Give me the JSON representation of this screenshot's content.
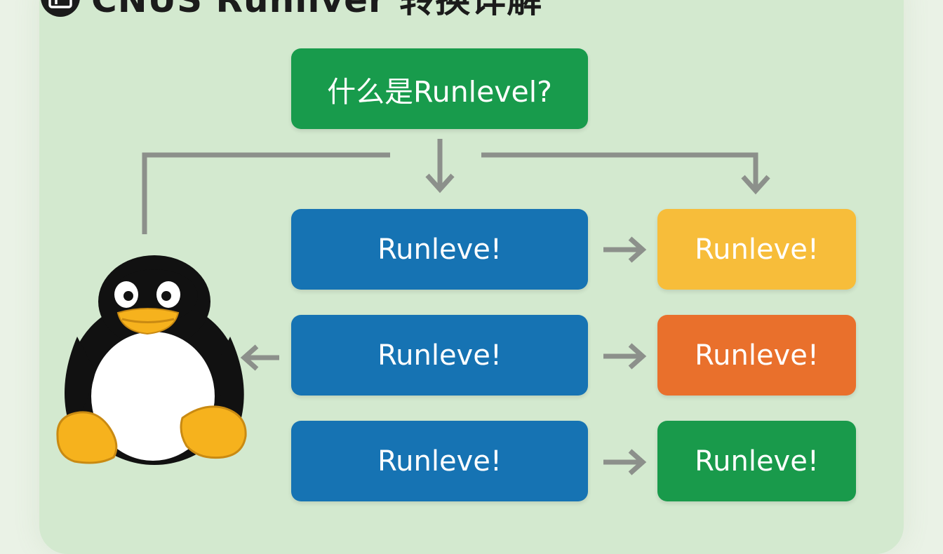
{
  "header": {
    "title": "CNUS Runliver 转换详解",
    "logo_icon": "terminal-window-icon"
  },
  "diagram": {
    "root": {
      "label": "什么是Runlevel?",
      "color": "#189b4c"
    },
    "rows": [
      {
        "main": {
          "label": "Runleve!",
          "color": "#1673b3"
        },
        "side": {
          "label": "Runleve!",
          "color": "#f7bd3a"
        }
      },
      {
        "main": {
          "label": "Runleve!",
          "color": "#1673b3"
        },
        "side": {
          "label": "Runleve!",
          "color": "#e9702c"
        }
      },
      {
        "main": {
          "label": "Runleve!",
          "color": "#1673b3"
        },
        "side": {
          "label": "Runleve!",
          "color": "#199a4b"
        }
      }
    ],
    "connector_color": "#8c908b",
    "mascot_icon": "linux-penguin-icon"
  },
  "theme": {
    "page_bg": "#eaf2e6",
    "panel_bg": "#d3e9cf"
  }
}
